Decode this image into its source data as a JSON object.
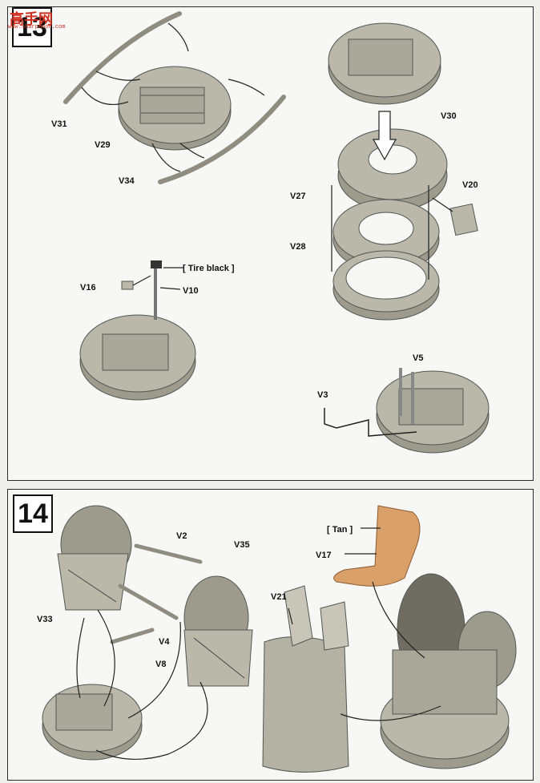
{
  "logo": {
    "text": "高手网",
    "url": "www.sharpmoon.com"
  },
  "step13": {
    "number": "13",
    "labels": {
      "v31": "V31",
      "v29": "V29",
      "v34": "V34",
      "v16": "V16",
      "v10": "V10",
      "tire_black": "[ Tire black ]",
      "v30": "V30",
      "v27": "V27",
      "v28": "V28",
      "v20": "V20",
      "v5": "V5",
      "v3": "V3"
    }
  },
  "step14": {
    "number": "14",
    "labels": {
      "v2": "V2",
      "v35": "V35",
      "v33": "V33",
      "v4": "V4",
      "v8": "V8",
      "tan": "[ Tan ]",
      "v17": "V17",
      "v21": "V21"
    }
  },
  "colors": {
    "part": "#bab8a8",
    "part_dark": "#9d9b8c",
    "seat": "#d9a06a",
    "line": "#222222"
  }
}
